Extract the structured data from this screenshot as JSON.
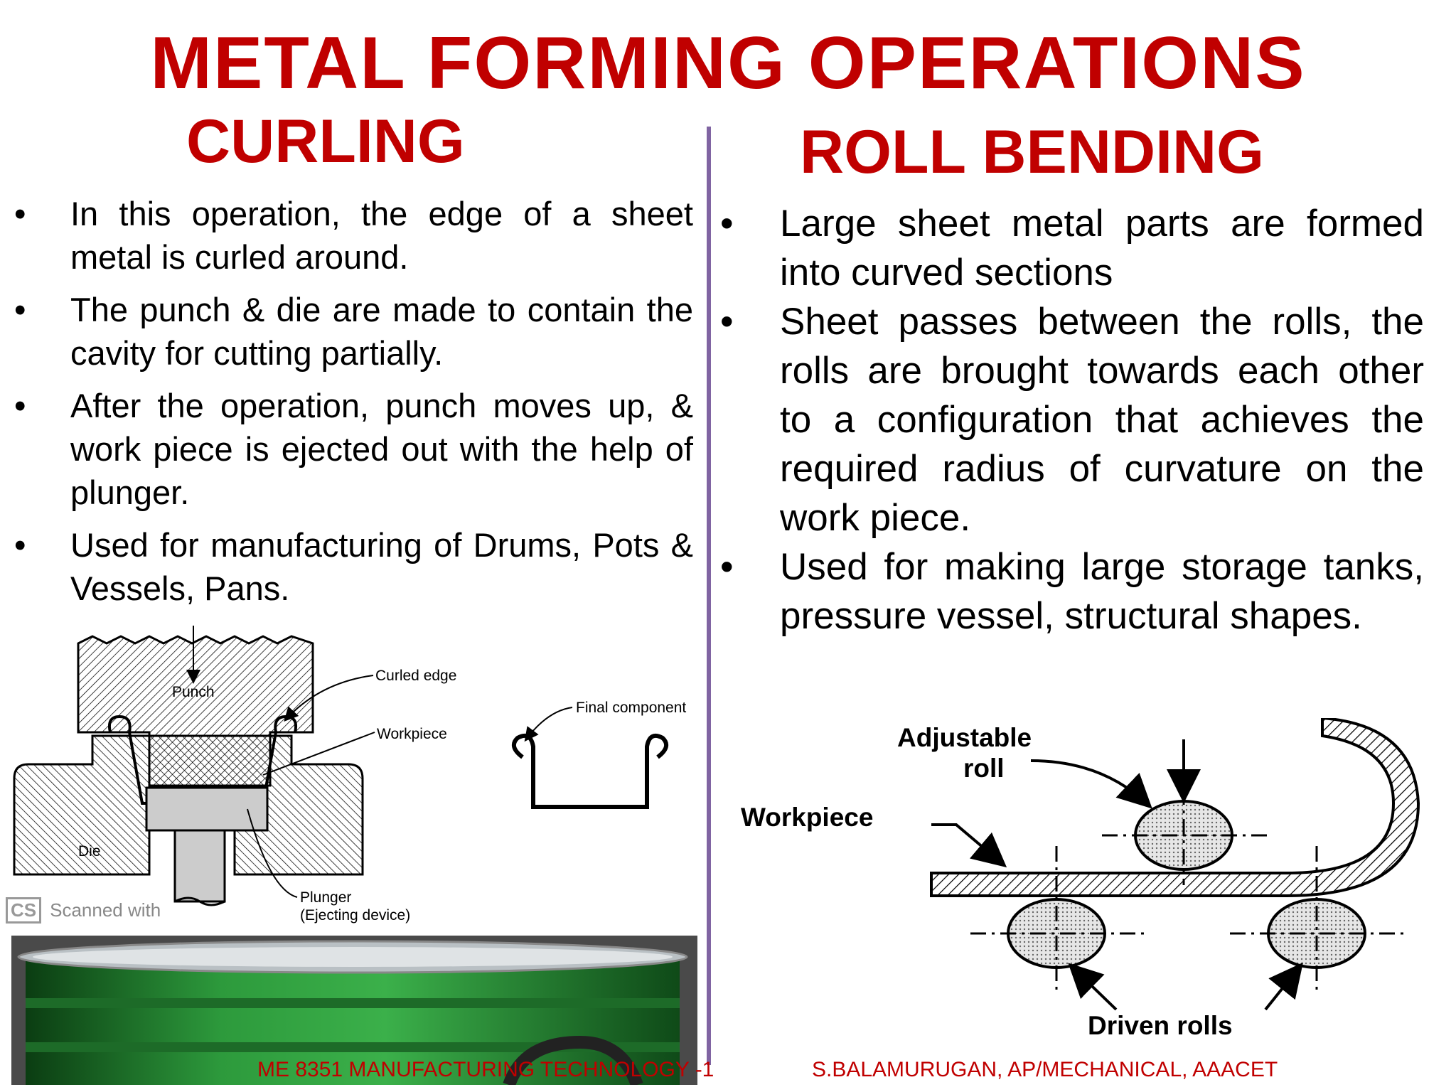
{
  "title": "METAL FORMING OPERATIONS",
  "left": {
    "heading": "CURLING",
    "bullets": [
      "In this operation, the edge of a sheet metal is curled around.",
      "The punch & die are made to contain the cavity for cutting partially.",
      "After the operation, punch moves up, & work piece is ejected out with the help of plunger.",
      "Used for manufacturing of Drums, Pots & Vessels, Pans."
    ],
    "figure_labels": {
      "punch": "Punch",
      "curled_edge": "Curled edge",
      "workpiece": "Workpiece",
      "die": "Die",
      "plunger": "Plunger",
      "ejecting_device": "(Ejecting device)",
      "final_component": "Final component"
    },
    "scanned_note": "Scanned with",
    "scanned_logo": "CS"
  },
  "right": {
    "heading": "ROLL BENDING",
    "bullets": [
      "Large sheet metal parts are formed into curved sections",
      "Sheet passes between the rolls, the rolls are brought towards each other to a configuration that achieves the required radius of curvature on the work piece.",
      "Used for making large storage tanks, pressure vessel, structural shapes."
    ],
    "figure_labels": {
      "adjustable": "Adjustable",
      "roll": "roll",
      "workpiece": "Workpiece",
      "driven_rolls": "Driven rolls"
    }
  },
  "bullet_symbol": "•",
  "footer": {
    "left": "ME 8351 MANUFACTURING TECHNOLOGY -1",
    "right": "S.BALAMURUGAN, AP/MECHANICAL, AAACET"
  },
  "colors": {
    "title": "#c00000",
    "divider": "#8064a2",
    "drum": "#1f7a2e"
  }
}
